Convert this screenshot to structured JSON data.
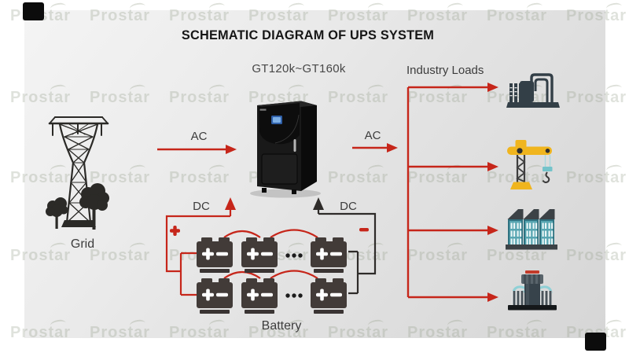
{
  "page": {
    "title": "SCHEMATIC DIAGRAM OF UPS SYSTEM",
    "watermark": "Prostar"
  },
  "diagram": {
    "source": {
      "label": "Grid"
    },
    "ups": {
      "model_range": "GT120k~GT160k"
    },
    "loads": {
      "heading": "Industry Loads",
      "items": [
        "oil-refinery",
        "tower-crane",
        "factory-buildings",
        "transformer-station"
      ]
    },
    "battery": {
      "label": "Battery",
      "positive_symbol": "+",
      "negative_symbol": "−"
    },
    "flow_labels": {
      "ac_input": "AC",
      "ac_output": "AC",
      "dc_positive": "DC",
      "dc_negative": "DC"
    }
  },
  "colors": {
    "arrow_red": "#c6261a",
    "wire_black": "#2e2b29",
    "icon_slate": "#333f47",
    "crane_yellow": "#f0b51e",
    "building_teal": "#57a5b1",
    "pipe_teal": "#8fd0d6",
    "ups_black": "#191919",
    "screen_blue": "#7db0e6"
  }
}
